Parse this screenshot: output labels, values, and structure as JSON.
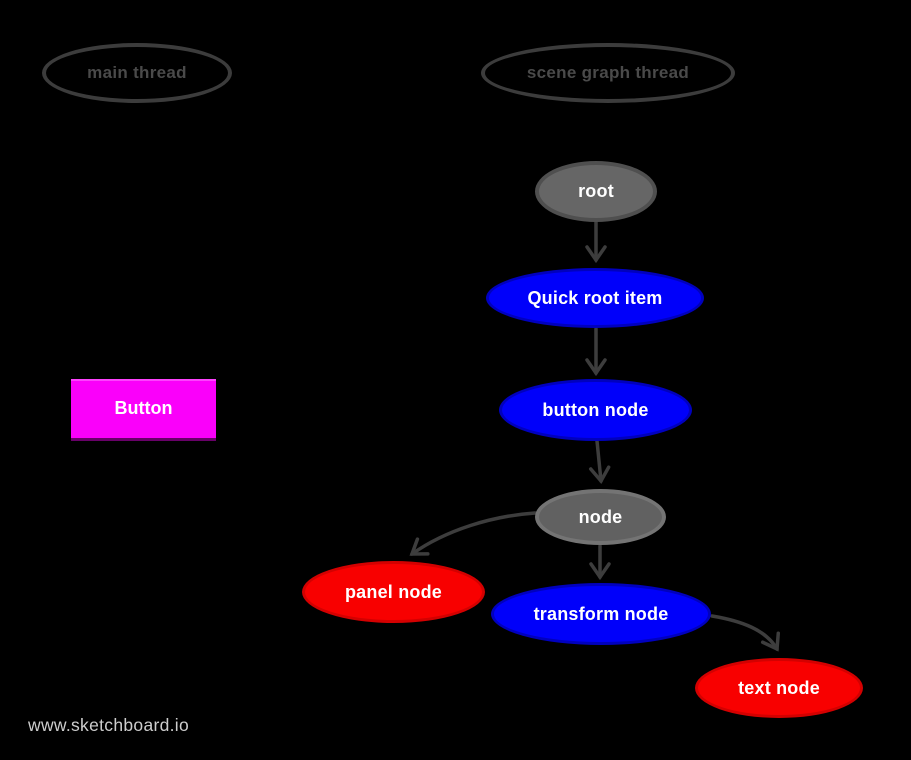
{
  "canvas": {
    "background": "#000000"
  },
  "threads": [
    {
      "id": "main-thread",
      "label": "main thread"
    },
    {
      "id": "scene-graph-thread",
      "label": "scene graph thread"
    }
  ],
  "nodes": [
    {
      "id": "root",
      "label": "root",
      "shape": "ellipse",
      "fill": "#666666",
      "border": "#4f4f4f",
      "text_color": "#ffffff"
    },
    {
      "id": "quick-root-item",
      "label": "Quick root item",
      "shape": "ellipse",
      "fill": "#0000fa",
      "border": "#0000be",
      "text_color": "#ffffff"
    },
    {
      "id": "button-node",
      "label": "button node",
      "shape": "ellipse",
      "fill": "#0000fa",
      "border": "#0000be",
      "text_color": "#ffffff"
    },
    {
      "id": "node",
      "label": "node",
      "shape": "ellipse",
      "fill": "#616161",
      "border": "#747474",
      "text_color": "#ffffff"
    },
    {
      "id": "panel-node",
      "label": "panel node",
      "shape": "ellipse",
      "fill": "#f80000",
      "border": "#d40000",
      "text_color": "#ffffff"
    },
    {
      "id": "transform-node",
      "label": "transform node",
      "shape": "ellipse",
      "fill": "#0000fa",
      "border": "#0000be",
      "text_color": "#ffffff"
    },
    {
      "id": "text-node",
      "label": "text node",
      "shape": "ellipse",
      "fill": "#f80000",
      "border": "#d40000",
      "text_color": "#ffffff"
    }
  ],
  "button": {
    "label": "Button",
    "fill": "#fa00fa",
    "text_color": "#ffffff"
  },
  "edges": [
    {
      "from": "root",
      "to": "quick-root-item"
    },
    {
      "from": "quick-root-item",
      "to": "button-node"
    },
    {
      "from": "button-node",
      "to": "node"
    },
    {
      "from": "node",
      "to": "transform-node"
    },
    {
      "from": "node",
      "to": "panel-node"
    },
    {
      "from": "transform-node",
      "to": "text-node"
    }
  ],
  "watermark": {
    "label": "www.sketchboard.io",
    "color": "#cdcdcd"
  },
  "colors": {
    "edge": "#3d3d3d",
    "thread_outline": "#3c3c3c",
    "thread_text": "#4a4a4a"
  }
}
